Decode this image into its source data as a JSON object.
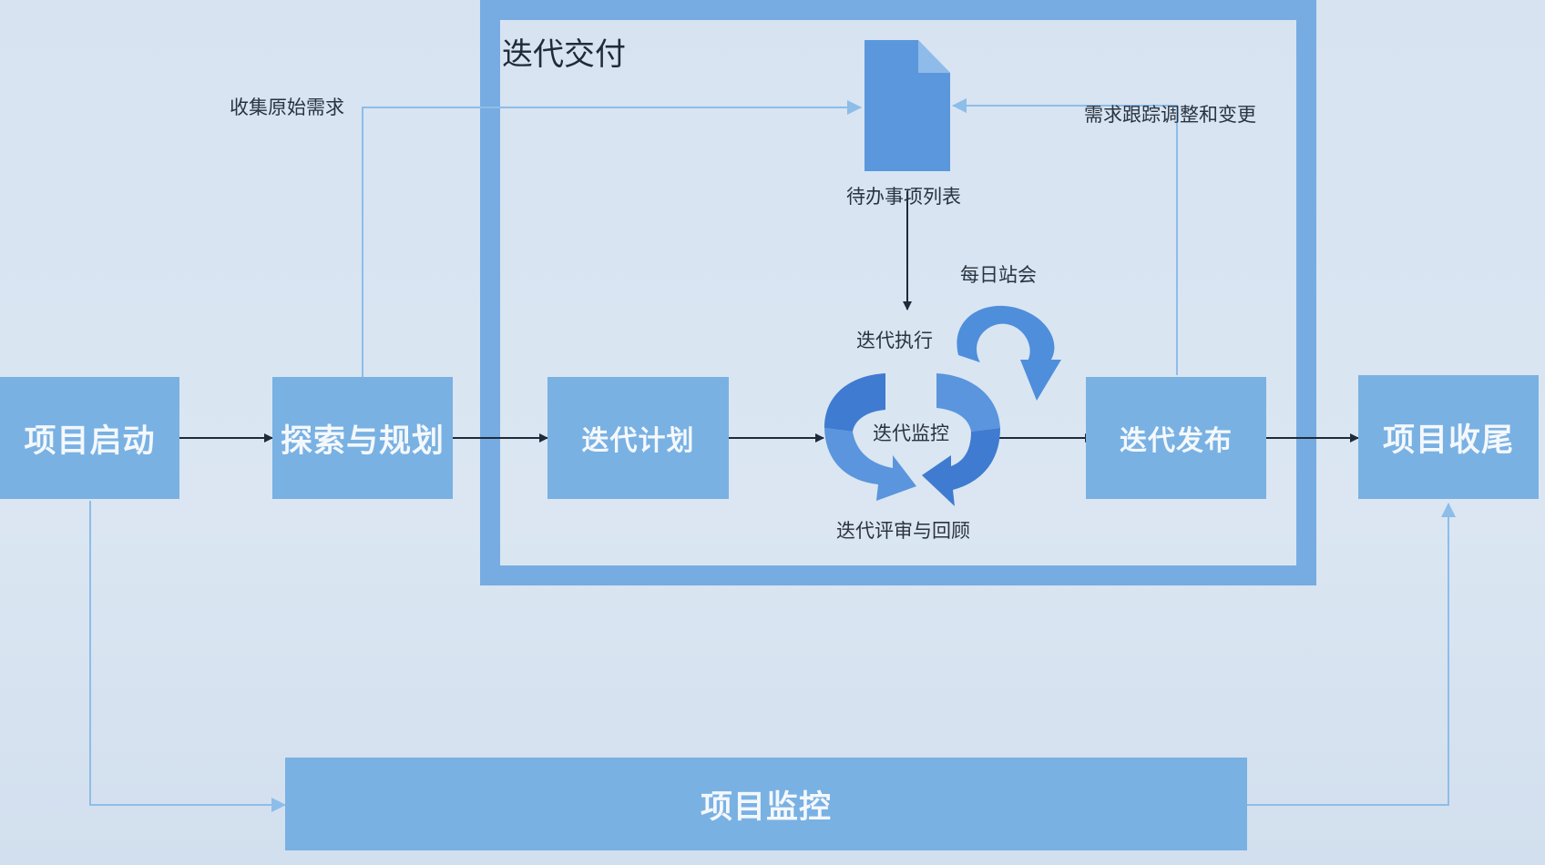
{
  "stages": {
    "initiation": "项目启动",
    "exploration": "探索与规划",
    "iteration_plan": "迭代计划",
    "iteration_release": "迭代发布",
    "closing": "项目收尾",
    "monitoring": "项目监控"
  },
  "iteration_frame": {
    "title": "迭代交付"
  },
  "annotations": {
    "collect_requirements": "收集原始需求",
    "backlog": "待办事项列表",
    "requirement_tracking": "需求跟踪调整和变更",
    "daily_standup": "每日站会",
    "iteration_execution": "迭代执行",
    "iteration_monitoring": "迭代监控",
    "review_retro": "迭代评审与回顾"
  },
  "colors": {
    "box_fill": "#79b1e3",
    "frame": "#77ace2",
    "connector_light": "#8dbde9",
    "cycle_dark": "#3f7bd0",
    "cycle_mid": "#5a95dd",
    "document": "#5b97dd"
  }
}
